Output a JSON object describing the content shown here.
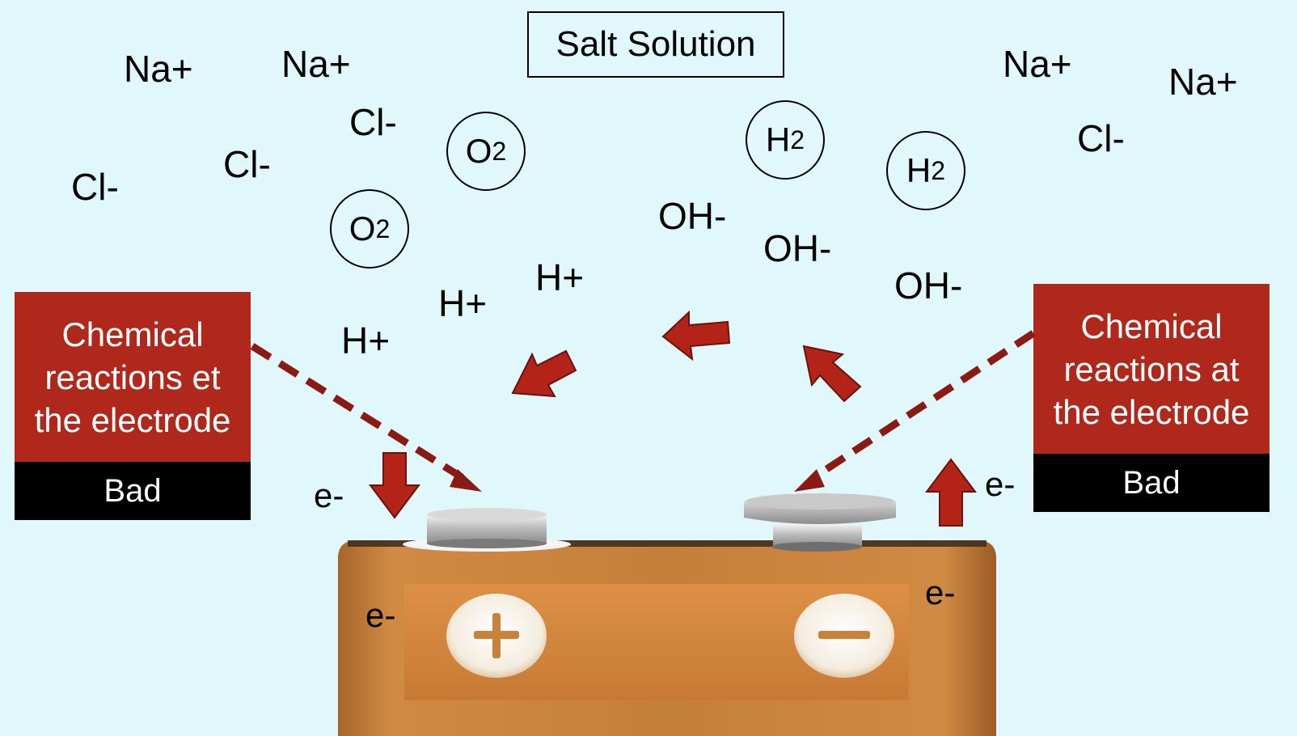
{
  "title": "Salt Solution",
  "ions": {
    "na1": "Na+",
    "na2": "Na+",
    "na3": "Na+",
    "na4": "Na+",
    "cl1": "Cl-",
    "cl2": "Cl-",
    "cl3": "Cl-",
    "cl4": "Cl-",
    "h1": "H+",
    "h2": "H+",
    "h3": "H+",
    "oh1": "OH-",
    "oh2": "OH-",
    "oh3": "OH-"
  },
  "gases": {
    "o2_1": {
      "base": "O",
      "sub": "2"
    },
    "o2_2": {
      "base": "O",
      "sub": "2"
    },
    "h2_1": {
      "base": "H",
      "sub": "2"
    },
    "h2_2": {
      "base": "H",
      "sub": "2"
    }
  },
  "left_note": {
    "text": "Chemical reactions et the electrode",
    "label": "Bad"
  },
  "right_note": {
    "text": "Chemical reactions at the electrode",
    "label": "Bad"
  },
  "electrons": {
    "e1": "e-",
    "e2": "e-",
    "e3": "e-",
    "e4": "e-"
  },
  "colors": {
    "background": "#e0f8fc",
    "note_red": "#b0281c",
    "arrow_red": "#b42318",
    "dashed_arrow": "#8b1a12",
    "battery_copper": "#c8823a"
  }
}
